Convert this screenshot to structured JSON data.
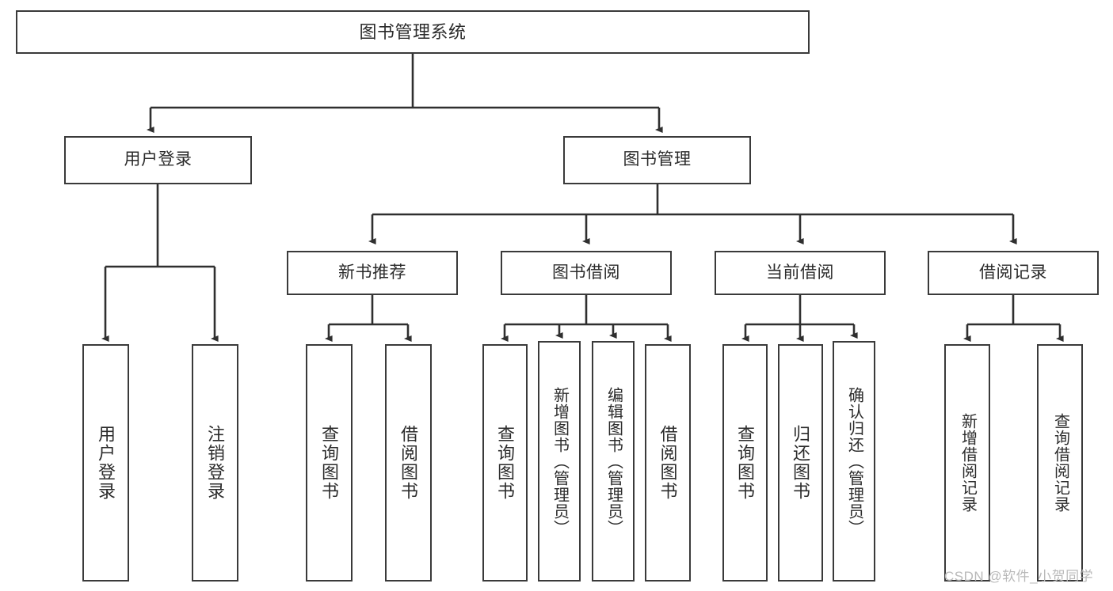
{
  "diagram": {
    "title": "图书管理系统",
    "type": "tree-hierarchy",
    "orientation": "top-down",
    "line_color": "#3a3a3a",
    "box_fill": "#ffffff",
    "text_color": "#2b2b2b",
    "watermark": "CSDN @软件_小贺同学",
    "watermark_color": "#b9b9b9"
  },
  "nodes": {
    "root": {
      "label": "图书管理系统",
      "level": 0
    },
    "level1": [
      {
        "id": "user-login",
        "label": "用户登录",
        "level": 1
      },
      {
        "id": "book-manage",
        "label": "图书管理",
        "level": 1
      }
    ],
    "level2": [
      {
        "id": "new-book-rec",
        "label": "新书推荐",
        "level": 2,
        "parent": "book-manage"
      },
      {
        "id": "book-borrow",
        "label": "图书借阅",
        "level": 2,
        "parent": "book-manage"
      },
      {
        "id": "current-borrow",
        "label": "当前借阅",
        "level": 2,
        "parent": "book-manage"
      },
      {
        "id": "borrow-record",
        "label": "借阅记录",
        "level": 2,
        "parent": "book-manage"
      }
    ],
    "leaves": [
      {
        "id": "leaf-user-login",
        "label": "用户登录",
        "parent": "user-login",
        "orientation": "vertical"
      },
      {
        "id": "leaf-user-logout",
        "label": "注销登录",
        "parent": "user-login",
        "orientation": "vertical"
      },
      {
        "id": "leaf-query-book-1",
        "label": "查询图书",
        "parent": "new-book-rec",
        "orientation": "vertical"
      },
      {
        "id": "leaf-borrow-book-1",
        "label": "借阅图书",
        "parent": "new-book-rec",
        "orientation": "vertical"
      },
      {
        "id": "leaf-query-book-2",
        "label": "查询图书",
        "parent": "book-borrow",
        "orientation": "vertical"
      },
      {
        "id": "leaf-add-book",
        "label": "新增图书（管理员）",
        "parent": "book-borrow",
        "orientation": "vertical"
      },
      {
        "id": "leaf-edit-book",
        "label": "编辑图书（管理员）",
        "parent": "book-borrow",
        "orientation": "vertical"
      },
      {
        "id": "leaf-borrow-book-2",
        "label": "借阅图书",
        "parent": "book-borrow",
        "orientation": "vertical"
      },
      {
        "id": "leaf-query-book-3",
        "label": "查询图书",
        "parent": "current-borrow",
        "orientation": "vertical"
      },
      {
        "id": "leaf-return-book",
        "label": "归还图书",
        "parent": "current-borrow",
        "orientation": "vertical"
      },
      {
        "id": "leaf-confirm-return",
        "label": "确认归还（管理员）",
        "parent": "current-borrow",
        "orientation": "vertical"
      },
      {
        "id": "leaf-add-record",
        "label": "新增借阅记录",
        "parent": "borrow-record",
        "orientation": "vertical"
      },
      {
        "id": "leaf-query-record",
        "label": "查询借阅记录",
        "parent": "borrow-record",
        "orientation": "vertical"
      }
    ]
  }
}
